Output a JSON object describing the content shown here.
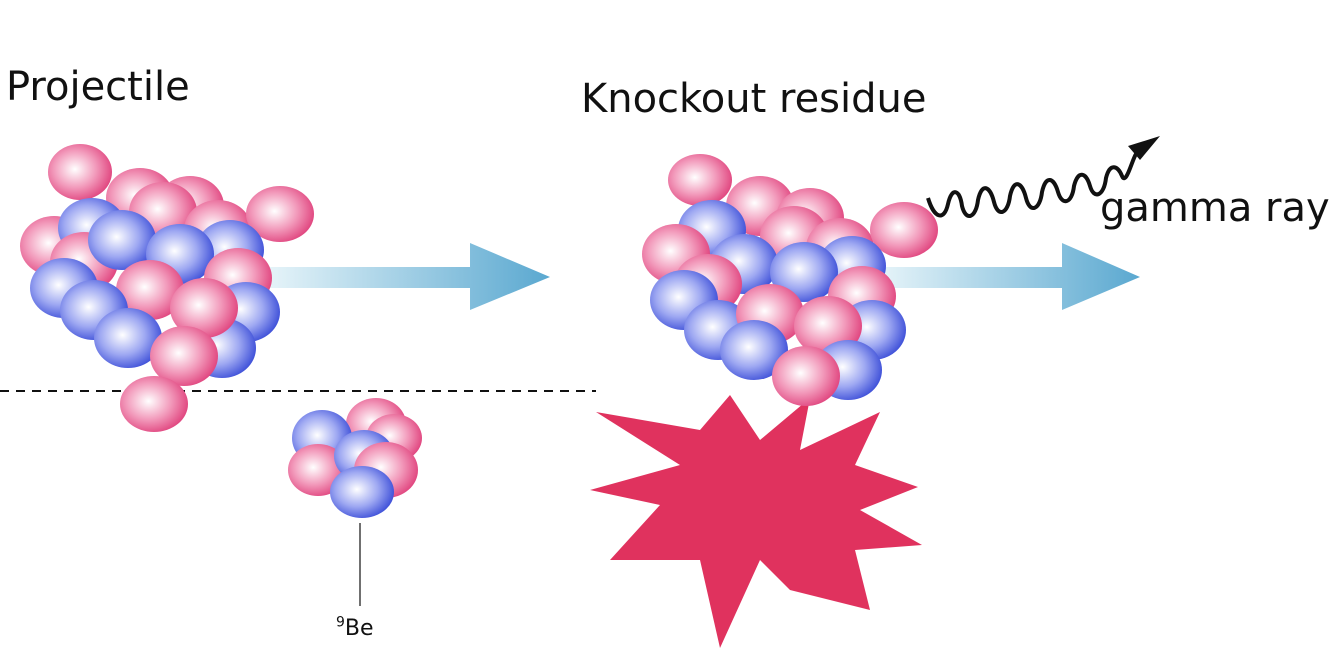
{
  "labels": {
    "projectile": "Projectile",
    "knockout_residue": "Knockout residue",
    "gamma_ray": "gamma ray",
    "target_mass_number": "9",
    "target_element": "Be"
  },
  "colors": {
    "proton_gradient": [
      "#ffffff",
      "#f29abb",
      "#e0447e"
    ],
    "neutron_gradient": [
      "#ffffff",
      "#9ea8f2",
      "#3d4fd8"
    ],
    "arrow_gradient": [
      "#e6f4f9",
      "#5aa8d0"
    ],
    "star": "#e0325e",
    "dashed_line": "#111111",
    "wavy_line": "#111111"
  },
  "icons": {
    "proton": "pink-sphere-icon",
    "neutron": "blue-sphere-icon",
    "beam_arrow": "right-arrow-icon",
    "collision": "starburst-icon",
    "gamma": "wavy-arrow-icon"
  }
}
